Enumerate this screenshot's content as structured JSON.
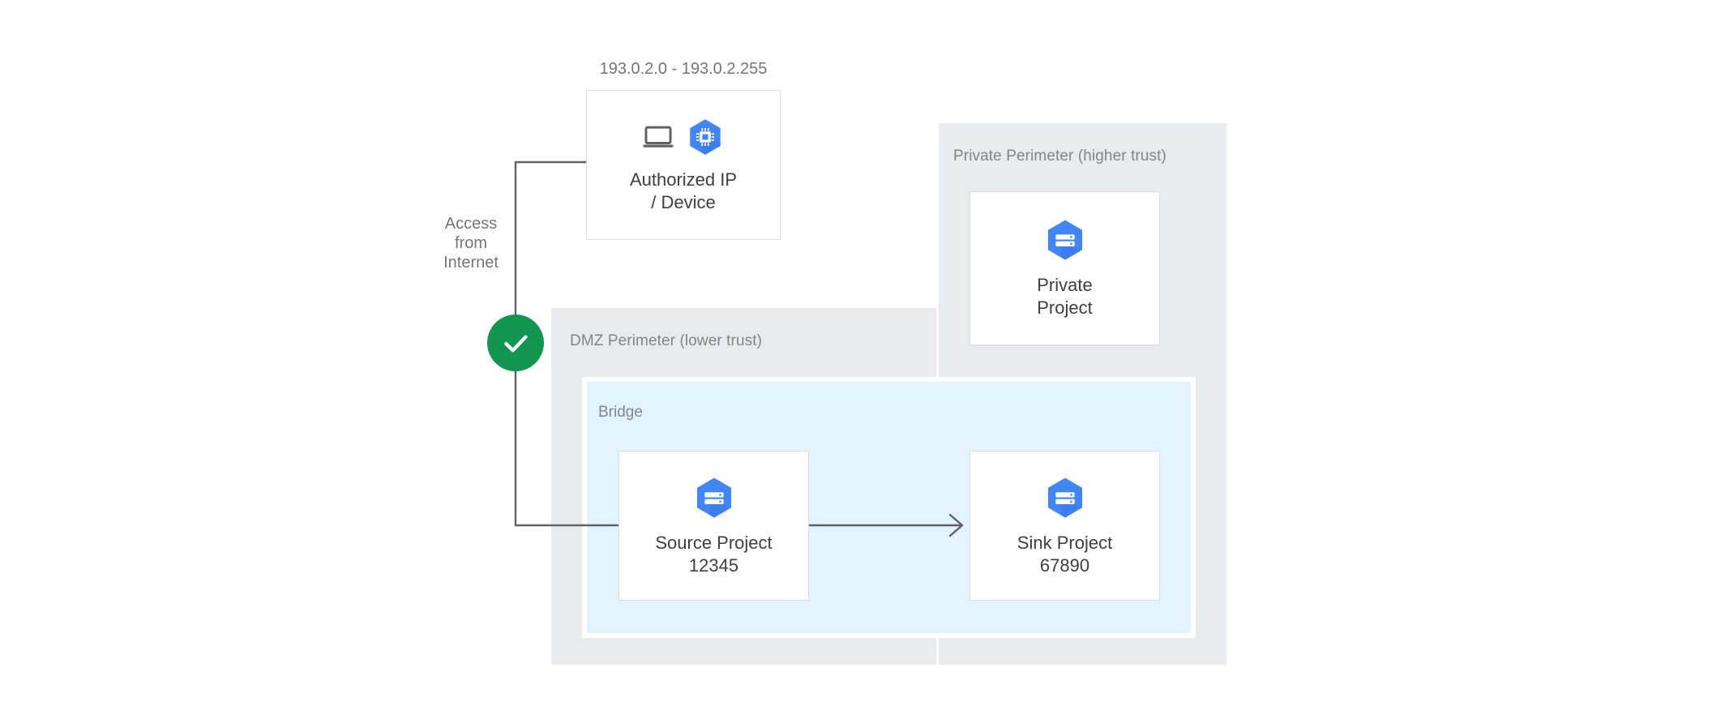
{
  "diagram": {
    "title": "VPC Service Controls bridge between DMZ and Private perimeters",
    "background": "#ffffff",
    "colors": {
      "perimeter_fill": "#e8eaed",
      "bridge_fill": "#e1f3fd",
      "bridge_border": "#ffffff",
      "node_border": "#dadce0",
      "node_fill": "#ffffff",
      "label_gray": "#80868b",
      "caption_gray": "#757575",
      "node_text": "#3c4043",
      "wire": "#5f6368",
      "check_green": "#11954f",
      "gcp_blue": "#4285f4",
      "gcp_blue_shadow": "#3b78e7",
      "laptop_gray": "#5f6368"
    }
  },
  "captions": {
    "ip_range": "193.0.2.0 - 193.0.2.255",
    "access_from_internet": "Access\nfrom\nInternet"
  },
  "perimeters": [
    {
      "id": "dmz",
      "label": "DMZ Perimeter (lower trust)"
    },
    {
      "id": "private",
      "label": "Private Perimeter (higher trust)"
    }
  ],
  "bridge": {
    "label": "Bridge"
  },
  "nodes": [
    {
      "id": "authorized-ip-device",
      "label": "Authorized IP\n/ Device",
      "icons": [
        "laptop-icon",
        "gcp-compute-icon"
      ]
    },
    {
      "id": "private-project",
      "label": "Private\nProject",
      "icons": [
        "gcp-project-icon"
      ]
    },
    {
      "id": "source-project",
      "label": "Source Project\n12345",
      "icons": [
        "gcp-project-icon"
      ]
    },
    {
      "id": "sink-project",
      "label": "Sink Project\n67890",
      "icons": [
        "gcp-project-icon"
      ]
    }
  ],
  "connectors": [
    {
      "id": "internet-to-source",
      "from": "authorized-ip-device",
      "to": "source-project",
      "style": "elbow",
      "arrowhead": false,
      "badge": "check-badge"
    },
    {
      "id": "source-to-sink",
      "from": "source-project",
      "to": "sink-project",
      "style": "straight",
      "arrowhead": true
    }
  ],
  "badges": {
    "allowed_check": "check-icon"
  }
}
